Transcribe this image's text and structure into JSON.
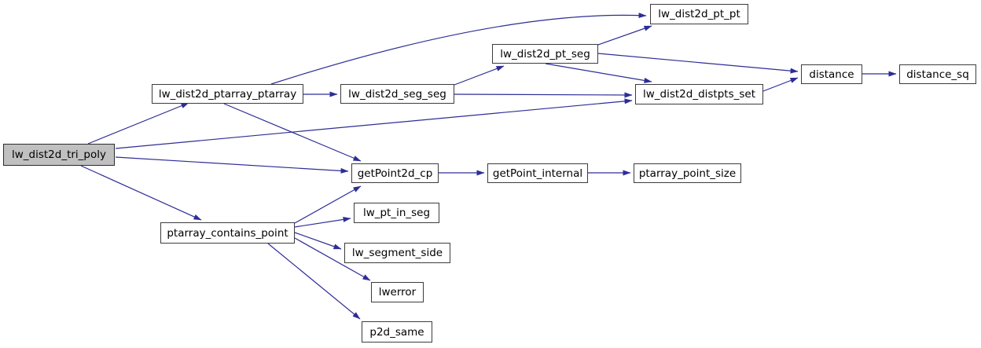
{
  "graph": {
    "kind": "call-graph",
    "nodes": [
      {
        "id": "lw_dist2d_tri_poly",
        "label": "lw_dist2d_tri_poly",
        "highlighted": true
      },
      {
        "id": "lw_dist2d_ptarray_ptarray",
        "label": "lw_dist2d_ptarray_ptarray",
        "highlighted": false
      },
      {
        "id": "lw_dist2d_seg_seg",
        "label": "lw_dist2d_seg_seg",
        "highlighted": false
      },
      {
        "id": "lw_dist2d_pt_seg",
        "label": "lw_dist2d_pt_seg",
        "highlighted": false
      },
      {
        "id": "lw_dist2d_pt_pt",
        "label": "lw_dist2d_pt_pt",
        "highlighted": false
      },
      {
        "id": "lw_dist2d_distpts_set",
        "label": "lw_dist2d_distpts_set",
        "highlighted": false
      },
      {
        "id": "distance",
        "label": "distance",
        "highlighted": false
      },
      {
        "id": "distance_sq",
        "label": "distance_sq",
        "highlighted": false
      },
      {
        "id": "getPoint2d_cp",
        "label": "getPoint2d_cp",
        "highlighted": false
      },
      {
        "id": "getPoint_internal",
        "label": "getPoint_internal",
        "highlighted": false
      },
      {
        "id": "ptarray_point_size",
        "label": "ptarray_point_size",
        "highlighted": false
      },
      {
        "id": "ptarray_contains_point",
        "label": "ptarray_contains_point",
        "highlighted": false
      },
      {
        "id": "lw_pt_in_seg",
        "label": "lw_pt_in_seg",
        "highlighted": false
      },
      {
        "id": "lw_segment_side",
        "label": "lw_segment_side",
        "highlighted": false
      },
      {
        "id": "lwerror",
        "label": "lwerror",
        "highlighted": false
      },
      {
        "id": "p2d_same",
        "label": "p2d_same",
        "highlighted": false
      }
    ],
    "edges": [
      {
        "from": "lw_dist2d_tri_poly",
        "to": "lw_dist2d_ptarray_ptarray"
      },
      {
        "from": "lw_dist2d_tri_poly",
        "to": "lw_dist2d_distpts_set"
      },
      {
        "from": "lw_dist2d_tri_poly",
        "to": "getPoint2d_cp"
      },
      {
        "from": "lw_dist2d_tri_poly",
        "to": "ptarray_contains_point"
      },
      {
        "from": "lw_dist2d_ptarray_ptarray",
        "to": "lw_dist2d_pt_pt"
      },
      {
        "from": "lw_dist2d_ptarray_ptarray",
        "to": "lw_dist2d_seg_seg"
      },
      {
        "from": "lw_dist2d_ptarray_ptarray",
        "to": "getPoint2d_cp"
      },
      {
        "from": "lw_dist2d_seg_seg",
        "to": "lw_dist2d_pt_seg"
      },
      {
        "from": "lw_dist2d_seg_seg",
        "to": "lw_dist2d_distpts_set"
      },
      {
        "from": "lw_dist2d_pt_seg",
        "to": "lw_dist2d_pt_pt"
      },
      {
        "from": "lw_dist2d_pt_seg",
        "to": "distance"
      },
      {
        "from": "lw_dist2d_pt_seg",
        "to": "lw_dist2d_distpts_set"
      },
      {
        "from": "lw_dist2d_distpts_set",
        "to": "distance"
      },
      {
        "from": "distance",
        "to": "distance_sq"
      },
      {
        "from": "getPoint2d_cp",
        "to": "getPoint_internal"
      },
      {
        "from": "getPoint_internal",
        "to": "ptarray_point_size"
      },
      {
        "from": "ptarray_contains_point",
        "to": "getPoint2d_cp"
      },
      {
        "from": "ptarray_contains_point",
        "to": "lw_pt_in_seg"
      },
      {
        "from": "ptarray_contains_point",
        "to": "lw_segment_side"
      },
      {
        "from": "ptarray_contains_point",
        "to": "lwerror"
      },
      {
        "from": "ptarray_contains_point",
        "to": "p2d_same"
      }
    ],
    "colors": {
      "edge": "#2d2d96",
      "node_border": "#3c3c3c",
      "node_fill": "#ffffff",
      "highlight_fill": "#c0c0c0",
      "text": "#000000",
      "background": "#ffffff"
    }
  }
}
